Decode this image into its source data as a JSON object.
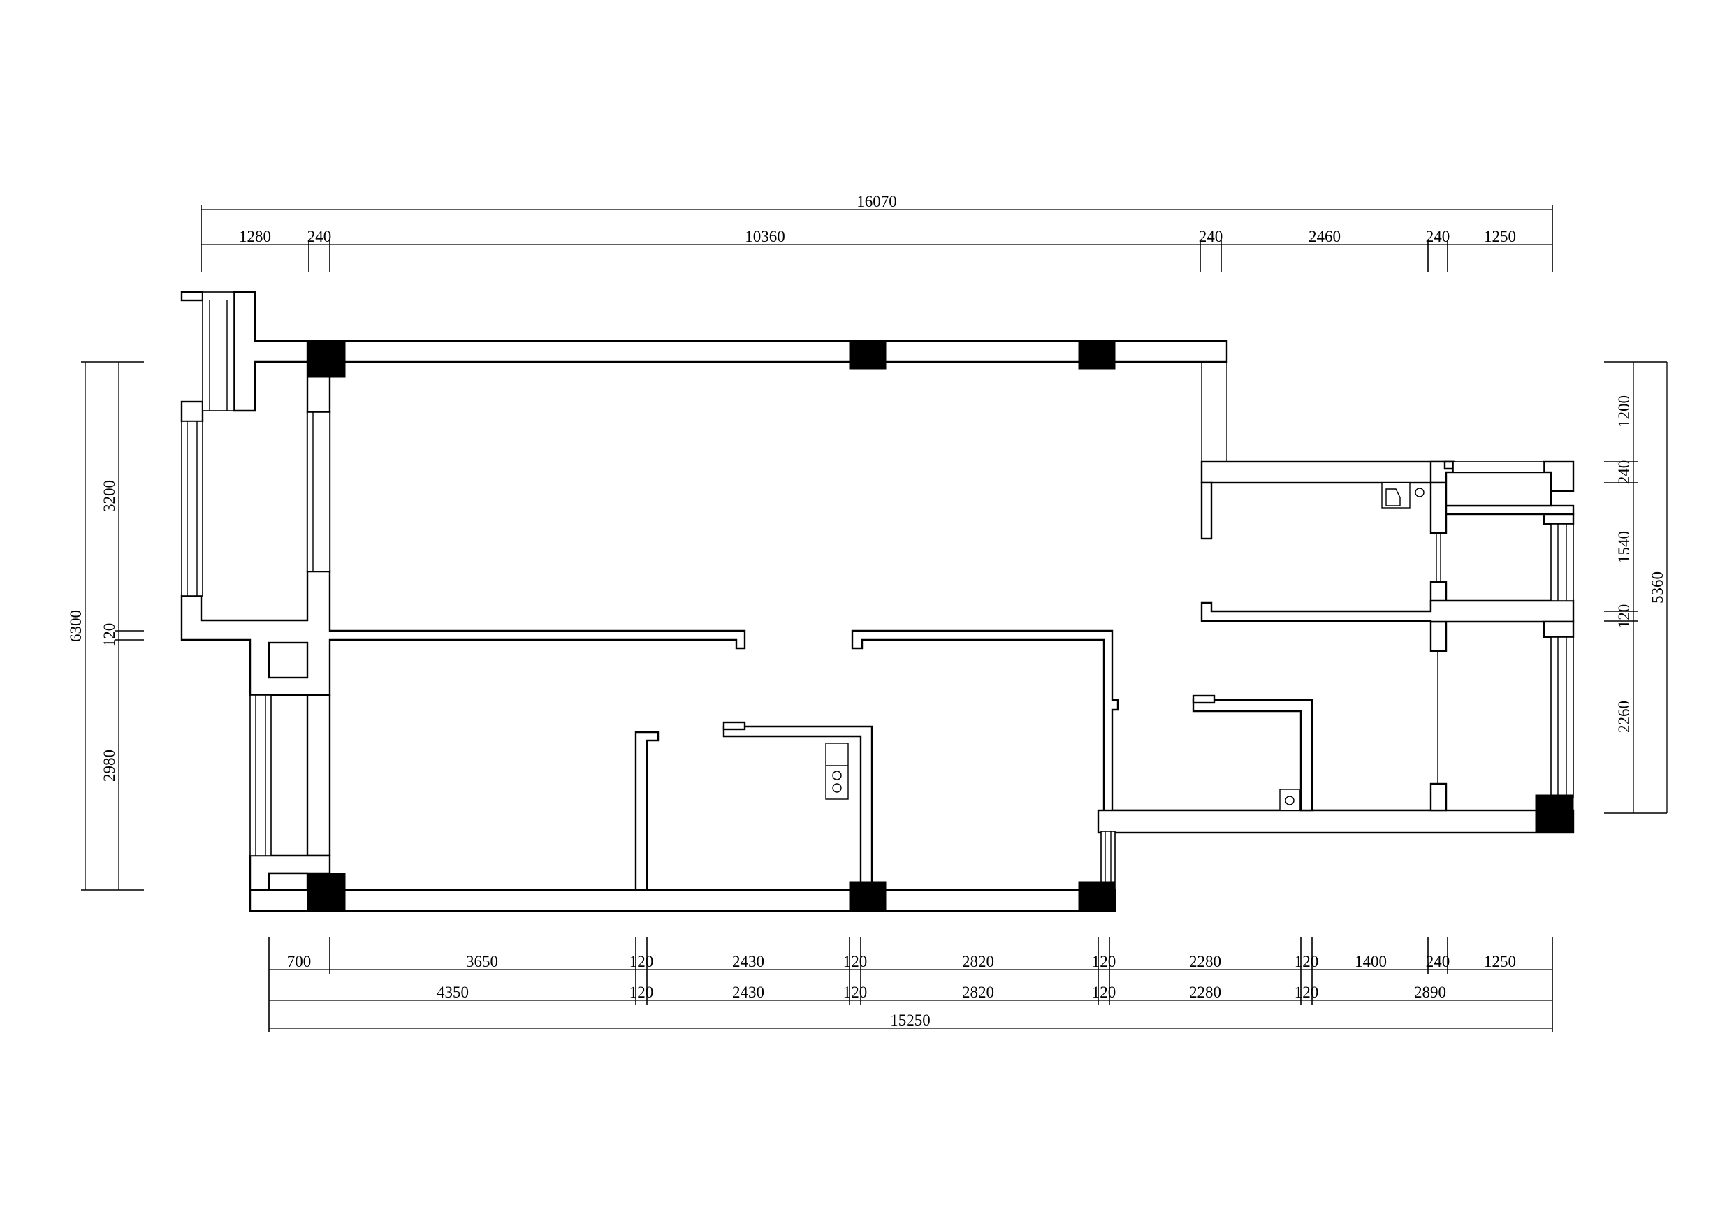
{
  "dims": {
    "top_total": "16070",
    "top_row": [
      "1280",
      "240",
      "10360",
      "240",
      "2460",
      "240",
      "1250"
    ],
    "bottom_row1": [
      "700",
      "3650",
      "120",
      "2430",
      "120",
      "2820",
      "120",
      "2280",
      "120",
      "1400",
      "240",
      "1250"
    ],
    "bottom_row2": [
      "4350",
      "120",
      "2430",
      "120",
      "2820",
      "120",
      "2280",
      "120",
      "2890"
    ],
    "bottom_total": "15250",
    "left_inner": [
      "3200",
      "120",
      "2980"
    ],
    "left_total": "6300",
    "right_inner": [
      "1200",
      "240",
      "1540",
      "120",
      "2260"
    ],
    "right_total": "5360"
  }
}
